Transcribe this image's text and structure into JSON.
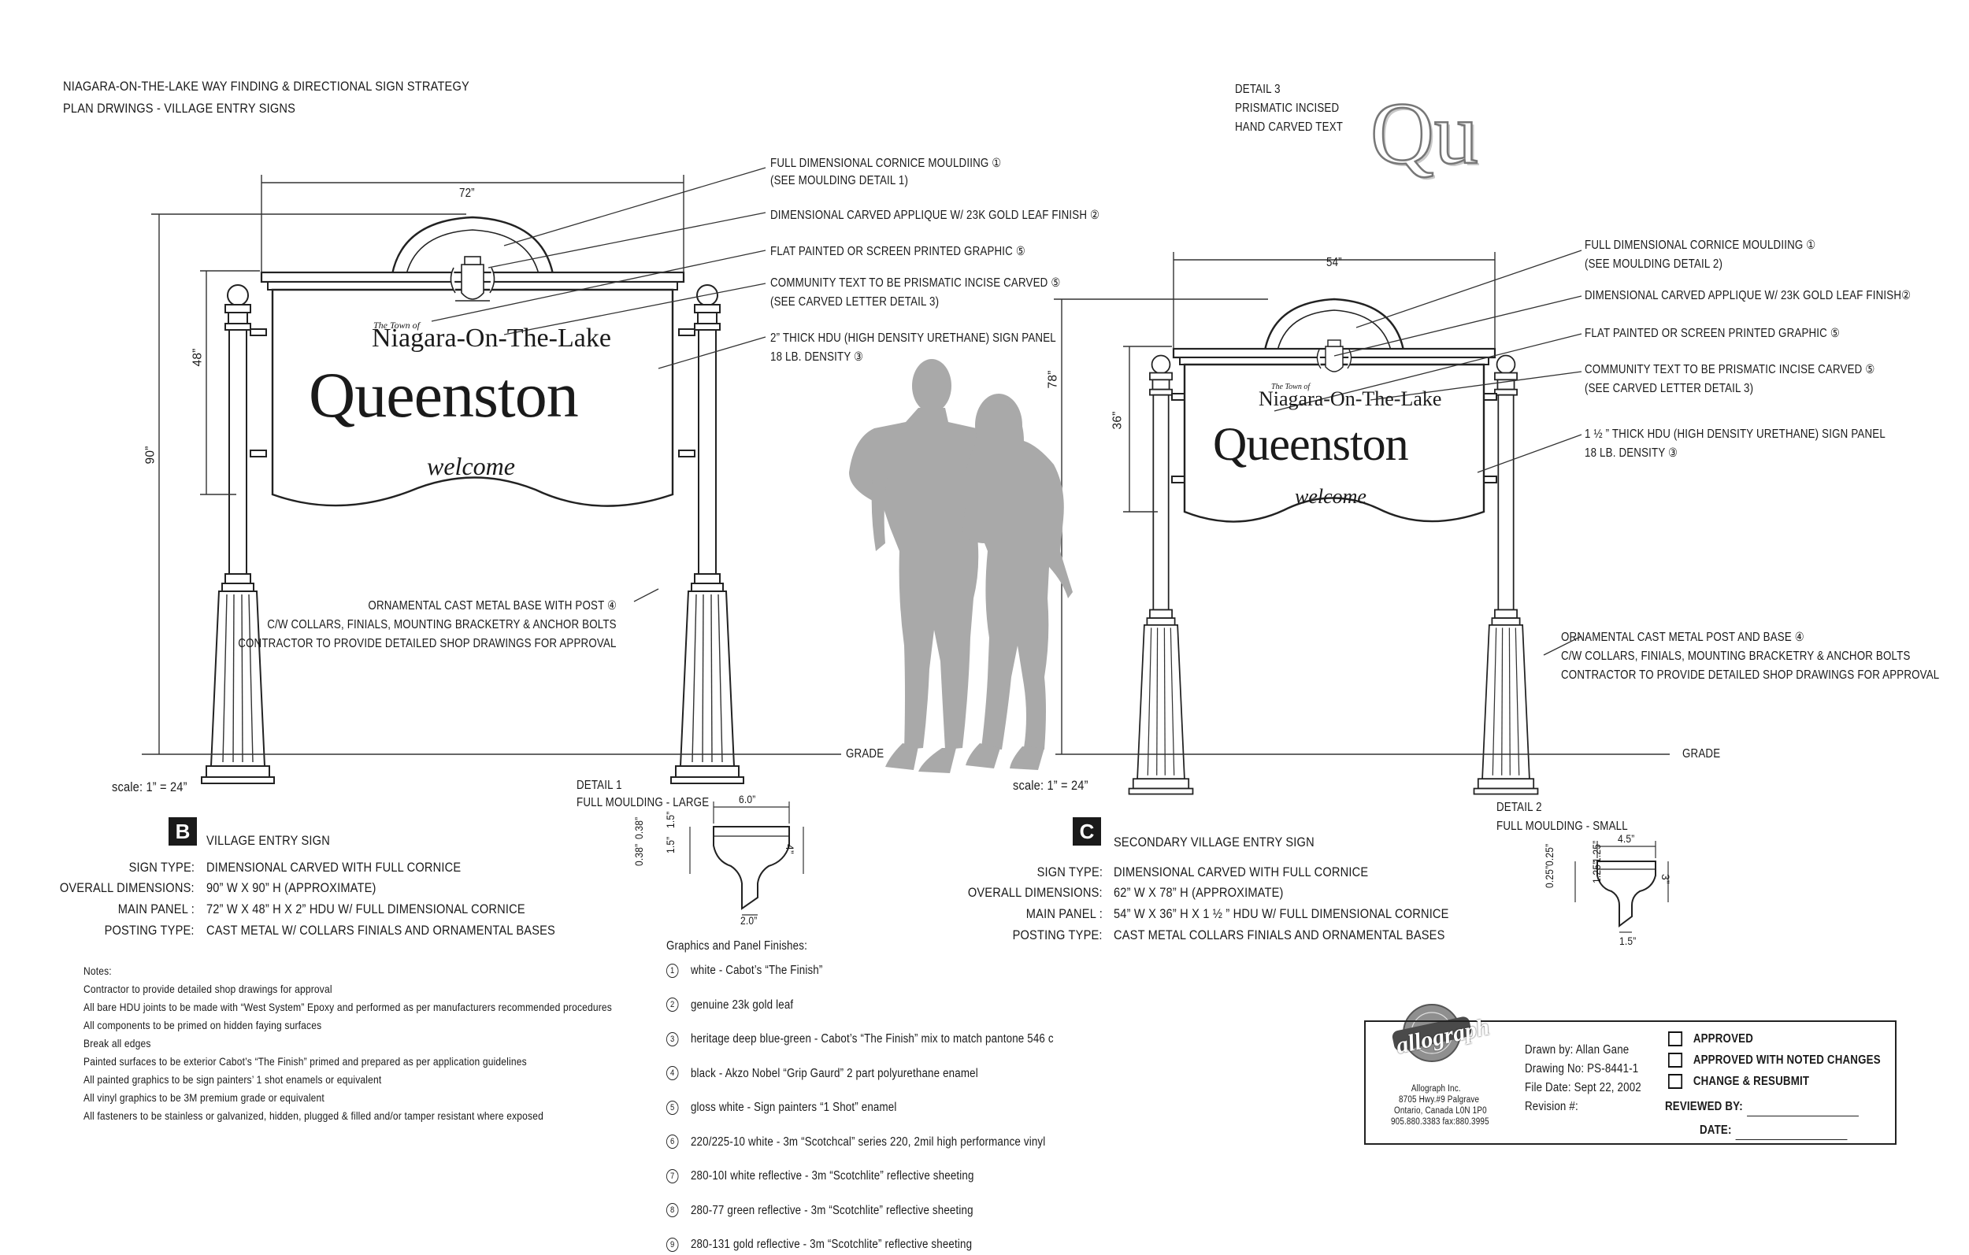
{
  "header": {
    "line1": "NIAGARA-ON-THE-LAKE WAY FINDING & DIRECTIONAL SIGN STRATEGY",
    "line2": "PLAN DRWINGS - VILLAGE ENTRY SIGNS"
  },
  "detail3": {
    "lines": [
      "DETAIL 3",
      "PRISMATIC INCISED",
      "HAND CARVED TEXT"
    ],
    "sample": "Qu"
  },
  "sign_b": {
    "town_small": "The Town of",
    "town": "Niagara-On-The-Lake",
    "name": "Queenston",
    "welcome": "welcome",
    "dim_width": "72”",
    "dim_panel_height": "48”",
    "dim_total_height": "90”",
    "scale": "scale: 1” = 24”",
    "callouts": [
      {
        "line1": "FULL DIMENSIONAL CORNICE MOULDIING ①",
        "line2": "(SEE MOULDING DETAIL 1)"
      },
      {
        "line1": "DIMENSIONAL CARVED APPLIQUE W/ 23K GOLD LEAF FINISH ②",
        "line2": ""
      },
      {
        "line1": "FLAT PAINTED OR SCREEN PRINTED GRAPHIC ⑤",
        "line2": ""
      },
      {
        "line1": "COMMUNITY TEXT TO BE PRISMATIC INCISE CARVED ⑤",
        "line2": "(SEE CARVED LETTER DETAIL 3)"
      },
      {
        "line1": "2” THICK HDU (HIGH DENSITY URETHANE) SIGN PANEL",
        "line2": "18 LB. DENSITY ③"
      }
    ],
    "base_note": [
      "ORNAMENTAL CAST METAL BASE WITH POST ④",
      "C/W COLLARS, FINIALS, MOUNTING BRACKETRY & ANCHOR BOLTS",
      "CONTRACTOR TO PROVIDE DETAILED SHOP DRAWINGS FOR APPROVAL"
    ],
    "badge": "B",
    "title": "VILLAGE ENTRY SIGN",
    "specs": [
      {
        "label": "SIGN TYPE:",
        "value": "DIMENSIONAL CARVED WITH FULL CORNICE"
      },
      {
        "label": "OVERALL DIMENSIONS:",
        "value": "90” W  X 90” H (APPROXIMATE)"
      },
      {
        "label": "MAIN PANEL :",
        "value": "72” W  X 48” H X 2” HDU W/ FULL DIMENSIONAL CORNICE"
      },
      {
        "label": "POSTING TYPE:",
        "value": "CAST METAL W/ COLLARS FINIALS AND ORNAMENTAL BASES"
      }
    ]
  },
  "sign_c": {
    "town_small": "The Town of",
    "town": "Niagara-On-The-Lake",
    "name": "Queenston",
    "welcome": "welcome",
    "dim_width": "54”",
    "dim_panel_height": "36”",
    "dim_total_height": "78”",
    "scale": "scale: 1” = 24”",
    "callouts": [
      {
        "line1": "FULL DIMENSIONAL CORNICE MOULDIING ①",
        "line2": "(SEE MOULDING DETAIL 2)"
      },
      {
        "line1": "DIMENSIONAL CARVED APPLIQUE W/ 23K GOLD LEAF FINISH②",
        "line2": ""
      },
      {
        "line1": "FLAT PAINTED OR SCREEN PRINTED GRAPHIC ⑤",
        "line2": ""
      },
      {
        "line1": "COMMUNITY TEXT TO BE PRISMATIC INCISE CARVED ⑤",
        "line2": "(SEE CARVED LETTER DETAIL 3)"
      },
      {
        "line1": "1 ½ ” THICK HDU (HIGH DENSITY URETHANE) SIGN PANEL",
        "line2": "18 LB. DENSITY ③"
      }
    ],
    "base_note": [
      "ORNAMENTAL CAST METAL POST AND BASE ④",
      "C/W COLLARS, FINIALS, MOUNTING BRACKETRY & ANCHOR BOLTS",
      "CONTRACTOR TO PROVIDE DETAILED  SHOP DRAWINGS FOR APPROVAL"
    ],
    "badge": "C",
    "title": "SECONDARY VILLAGE ENTRY SIGN",
    "specs": [
      {
        "label": "SIGN TYPE:",
        "value": "DIMENSIONAL CARVED WITH FULL CORNICE"
      },
      {
        "label": "OVERALL DIMENSIONS:",
        "value": "62” W  X 78” H (APPROXIMATE)"
      },
      {
        "label": "MAIN PANEL :",
        "value": "54” W  X 36” H X 1 ½ ” HDU W/ FULL DIMENSIONAL CORNICE"
      },
      {
        "label": "POSTING TYPE:",
        "value": "CAST METAL COLLARS FINIALS AND ORNAMENTAL BASES"
      }
    ]
  },
  "grade_label": "GRADE",
  "detail1": {
    "title": "DETAIL 1",
    "subtitle": "FULL MOULDING - LARGE",
    "width_top": "6.0”",
    "width_bottom": "2.0”",
    "height": "4”",
    "step1": "1.5”",
    "step2": "1.5”",
    "left1": "0.38”",
    "left2": "0.38”"
  },
  "detail2": {
    "title": "DETAIL 2",
    "subtitle": "FULL MOULDING - SMALL",
    "width_top": "4.5”",
    "width_bottom": "1.5”",
    "height": "3”",
    "step1": "1.25”",
    "step2": "1.25”",
    "left1": "0.25”",
    "left2": "0.25”"
  },
  "finishes": {
    "title": "Graphics and Panel Finishes:",
    "items": [
      {
        "num": "1",
        "text": "white - Cabot’s “The Finish”"
      },
      {
        "num": "2",
        "text": "genuine 23k gold leaf"
      },
      {
        "num": "3",
        "text": "heritage deep blue-green - Cabot’s “The Finish” mix to match pantone 546 c"
      },
      {
        "num": "4",
        "text": "black - Akzo Nobel “Grip Gaurd” 2 part polyurethane enamel"
      },
      {
        "num": "5",
        "text": "gloss white - Sign painters “1 Shot” enamel"
      },
      {
        "num": "6",
        "text": "220/225-10 white - 3m “Scotchcal” series 220, 2mil high performance vinyl"
      },
      {
        "num": "7",
        "text": "280-10I white reflective - 3m “Scotchlite” reflective sheeting"
      },
      {
        "num": "8",
        "text": "280-77 green reflective - 3m “Scotchlite” reflective sheeting"
      },
      {
        "num": "9",
        "text": "280-131 gold reflective - 3m “Scotchlite” reflective sheeting"
      }
    ]
  },
  "notes": {
    "title": "Notes:",
    "items": [
      "Contractor to provide detailed shop drawings for approval",
      "All bare HDU joints to be made with “West System” Epoxy and performed as per manufacturers recommended procedures",
      "All components to be primed on hidden faying surfaces",
      "Break all edges",
      "Painted surfaces to be exterior Cabot’s “The Finish” primed and prepared as per application guidelines",
      "All painted graphics to be sign painters’ 1 shot enamels or equivalent",
      "All vinyl graphics to be 3M premium grade or equivalent",
      "All fasteners to be stainless or galvanized, hidden, plugged & filled and/or tamper resistant where exposed"
    ]
  },
  "title_block": {
    "logo": "allograph",
    "company": "Allograph Inc.",
    "address1": "8705 Hwy.#9 Palgrave",
    "address2": "Ontario, Canada  L0N 1P0",
    "phone": "905.880.3383  fax:880.3995",
    "drawn_by": "Drawn by: Allan Gane",
    "drawing_no": "Drawing No: PS-8441-1",
    "file_date": "File Date: Sept 22, 2002",
    "revision": "Revision #:",
    "approved": "APPROVED",
    "approved_changes": "APPROVED WITH NOTED CHANGES",
    "change_resubmit": "CHANGE & RESUBMIT",
    "reviewed_by": "REVIEWED BY:",
    "date": "DATE:"
  }
}
